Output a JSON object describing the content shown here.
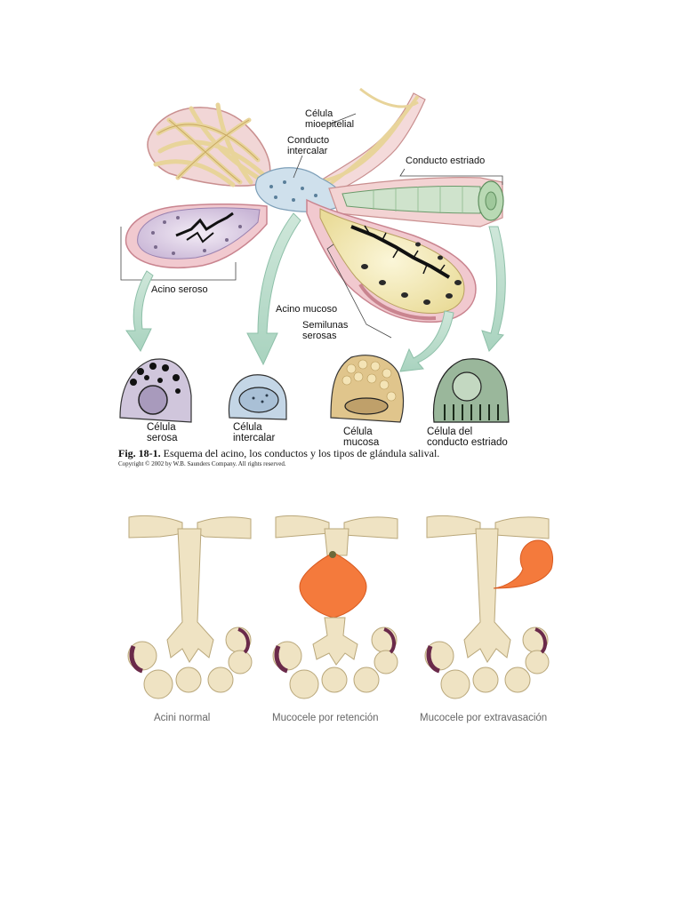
{
  "top_figure": {
    "labels": {
      "celula_mioepitelial": "Célula\nmioepitelial",
      "conducto_intercalar": "Conducto\nintercalar",
      "conducto_estriado": "Conducto estriado",
      "acino_seroso": "Acino seroso",
      "acino_mucoso": "Acino mucoso",
      "semilunas_serosas": "Semilunas\nserosas"
    },
    "cell_labels": [
      "Célula\nserosa",
      "Célula\nintercalar",
      "Célula\nmucosa",
      "Célula del\nconducto estriado"
    ],
    "caption_fig": "Fig. 18-1.",
    "caption_text": " Esquema del acino, los conductos y los tipos de glándula salival.",
    "copyright": "Copyright © 2002 by W.B. Saunders Company. All rights reserved."
  },
  "bottom_figure": {
    "labels": [
      "Acini normal",
      "Mucocele por retención",
      "Mucocele por extravasación"
    ],
    "colors": {
      "mucus": "#f47a3c",
      "tissue": "#efe3c3",
      "purple": "#6a2a4a"
    }
  }
}
